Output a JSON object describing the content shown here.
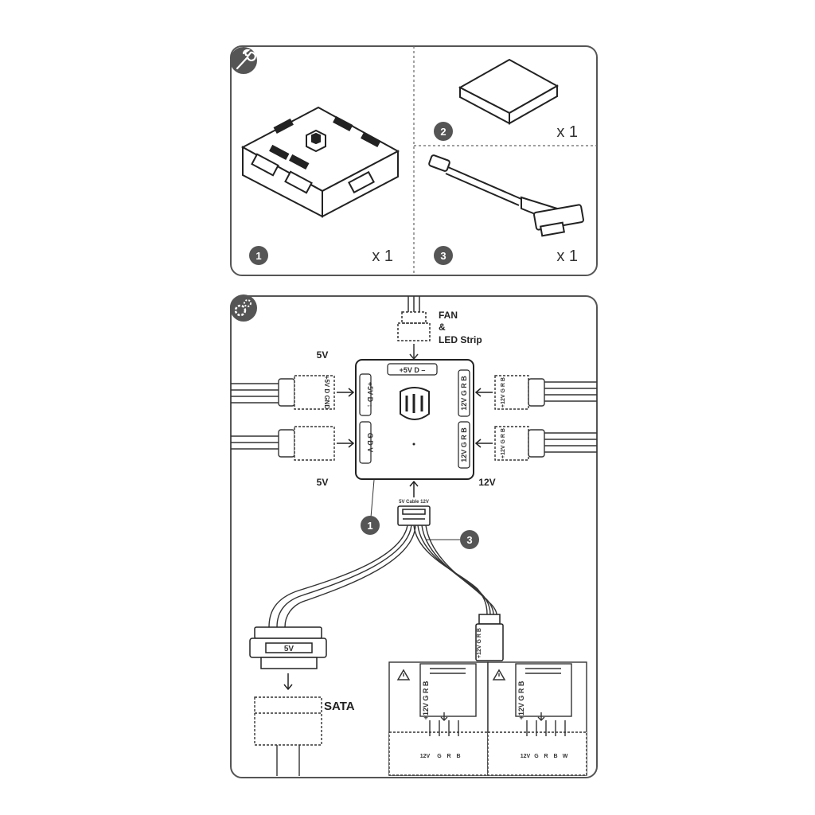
{
  "contents": {
    "items": [
      {
        "number": "1",
        "quantity": "x 1"
      },
      {
        "number": "2",
        "quantity": "x 1"
      },
      {
        "number": "3",
        "quantity": "x 1"
      }
    ]
  },
  "hub": {
    "top_port": "+5V  D  –",
    "left_port_1": "+5V D ↓",
    "left_port_2": "G D V",
    "right_port_1": "12V G R B",
    "right_port_2": "12V G R B",
    "left_plug_1_pins": "+5V D GND",
    "right_plug_pins": "+12V G R B",
    "connector_pins": "5V Cable 12V"
  },
  "labels": {
    "fan_top": "FAN",
    "fan_amp": "&",
    "fan_bottom": "LED Strip",
    "five_v_top": "5V",
    "five_v_bottom": "5V",
    "twelve_v": "12V",
    "sata": "SATA",
    "sata_plug": "5V",
    "cable_num": "1",
    "cable_num_3": "3"
  },
  "strips": [
    {
      "pins_top": "+12V  G  R  B",
      "pins_bottom": [
        "12V",
        "G",
        "R",
        "B"
      ]
    },
    {
      "pins_top": "+12V  G  R  B",
      "pins_bottom": [
        "12V",
        "G",
        "R",
        "B",
        "W"
      ]
    }
  ],
  "colors": {
    "line": "#2b2b2b",
    "panel_border": "#555555",
    "badge": "#555555"
  }
}
